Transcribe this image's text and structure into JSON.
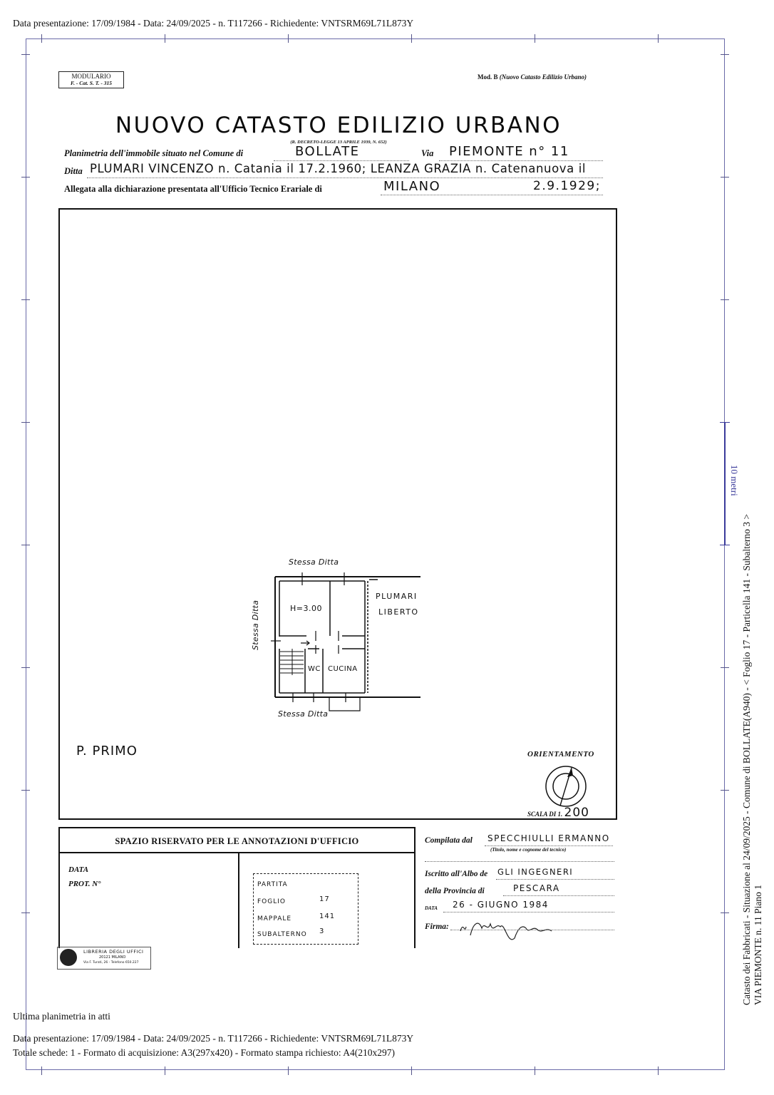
{
  "header": {
    "line": "Data presentazione: 17/09/1984 - Data: 24/09/2025 - n. T117266 - Richiedente: VNTSRM69L71L873Y"
  },
  "form": {
    "modulario": {
      "line1": "MODULARIO",
      "line2": "F. - Cat. S. T. - 315"
    },
    "model": {
      "prefix": "Mod. B",
      "suffix": "(Nuovo Catasto Edilizio Urbano)"
    },
    "title": "NUOVO CATASTO EDILIZIO URBANO",
    "decree": "(R. DECRETO-LEGGE 13 APRILE 1939, N. 652)",
    "comune_label": "Planimetria dell'immobile situato nel Comune di",
    "comune_value": "BOLLATE",
    "via_label": "Via",
    "via_value": "PIEMONTE n° 11",
    "ditta_label": "Ditta",
    "ditta_value": "PLUMARI VINCENZO n. Catania il 17.2.1960; LEANZA GRAZIA n. Catenanuova il",
    "allegata_label": "Allegata alla dichiarazione presentata all'Ufficio Tecnico Erariale di",
    "ufficio_value": "MILANO",
    "ufficio_date": "2.9.1929;"
  },
  "plan": {
    "labels": {
      "top": "Stessa Ditta",
      "bottom": "Stessa Ditta",
      "left": "Stessa Ditta",
      "neighbor_line1": "PLUMARI",
      "neighbor_line2": "LIBERTO",
      "height": "H=3.00",
      "wc": "WC",
      "kitchen": "CUCINA"
    },
    "floor": "P. PRIMO",
    "orientation_label": "ORIENTAMENTO",
    "scale_label": "SCALA DI 1.",
    "scale_value": "200"
  },
  "annotations": {
    "title": "SPAZIO RISERVATO PER LE ANNOTAZIONI D'UFFICIO",
    "data_label": "DATA",
    "prot_label": "PROT. N°",
    "stamp": {
      "partita_label": "PARTITA",
      "partita_value": "",
      "foglio_label": "FOGLIO",
      "foglio_value": "17",
      "mappale_label": "MAPPALE",
      "mappale_value": "141",
      "subalterno_label": "SUBALTERNO",
      "subalterno_value": "3"
    },
    "publisher": {
      "line1": "LIBRERIA DEGLI UFFICI",
      "line2": "20121 MILANO",
      "line3": "Via F. Turati, 26 - Telefono 650.227"
    }
  },
  "technician": {
    "compilata_label": "Compilata dal",
    "compilata_value": "SPECCHIULLI ERMANNO",
    "compilata_hint": "(Titolo, nome e cognome del tecnico)",
    "albo_label": "Iscritto all'Albo de",
    "albo_value": "GLI INGEGNERI",
    "provincia_label": "della Provincia di",
    "provincia_value": "PESCARA",
    "data_label": "DATA",
    "data_value": "26 - GIUGNO 1984",
    "firma_label": "Firma:",
    "firma_value": "signature"
  },
  "side": {
    "scale_bar": "10 metri",
    "line1": "Catasto dei Fabbricati - Situazione al 24/09/2025 - Comune di BOLLATE(A940) - < Foglio 17 - Particella  141 - Subalterno 3 >",
    "line2": "VIA PIEMONTE n. 11 Piano 1"
  },
  "footer": {
    "note": "Ultima planimetria in atti",
    "line1": "Data presentazione: 17/09/1984 - Data: 24/09/2025 - n. T117266 - Richiedente: VNTSRM69L71L873Y",
    "line2": "Totale schede: 1 - Formato di acquisizione: A3(297x420)  - Formato stampa richiesto: A4(210x297)"
  },
  "colors": {
    "frame": "#6a6aa8",
    "ink": "#111111",
    "scale_bar": "#3a3a9a"
  }
}
